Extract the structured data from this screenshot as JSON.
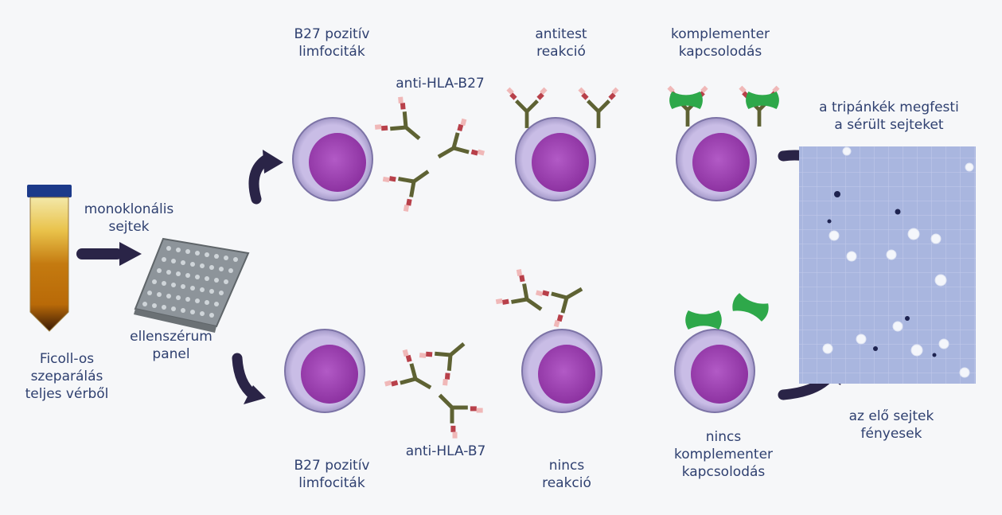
{
  "labels": {
    "separation": "Ficoll-os\nszeparálás\nteljes vérből",
    "monoclonal": "monoklonális\nsejtek",
    "panel": "ellenszérum\npanel",
    "b27_top": "B27 pozitív\nlimfociták",
    "anti_b27": "anti-HLA-B27",
    "antibody_reaction": "antitest\nreakció",
    "complement_binding": "komplementer\nkapcsolodás",
    "trypan_stain": "a tripánkék megfesti\na sérült sejteket",
    "b27_bottom": "B27 pozitív\nlimfociták",
    "anti_b7": "anti-HLA-B7",
    "no_reaction": "nincs\nreakció",
    "no_complement": "nincs\nkomplementer\nkapcsolodás",
    "live_cells": "az elő sejtek\nfényesek"
  },
  "colors": {
    "text": "#2f4070",
    "arrow": "#2a2447",
    "cell_membrane": "#b7a8d8",
    "nucleus": "#9a3fae",
    "antibody": "#5e6233",
    "antibody_tip_red": "#b8404a",
    "antibody_tip_pink": "#f0b8b8",
    "complement": "#2ea84a",
    "microscope_bg": "#a9b6df"
  }
}
